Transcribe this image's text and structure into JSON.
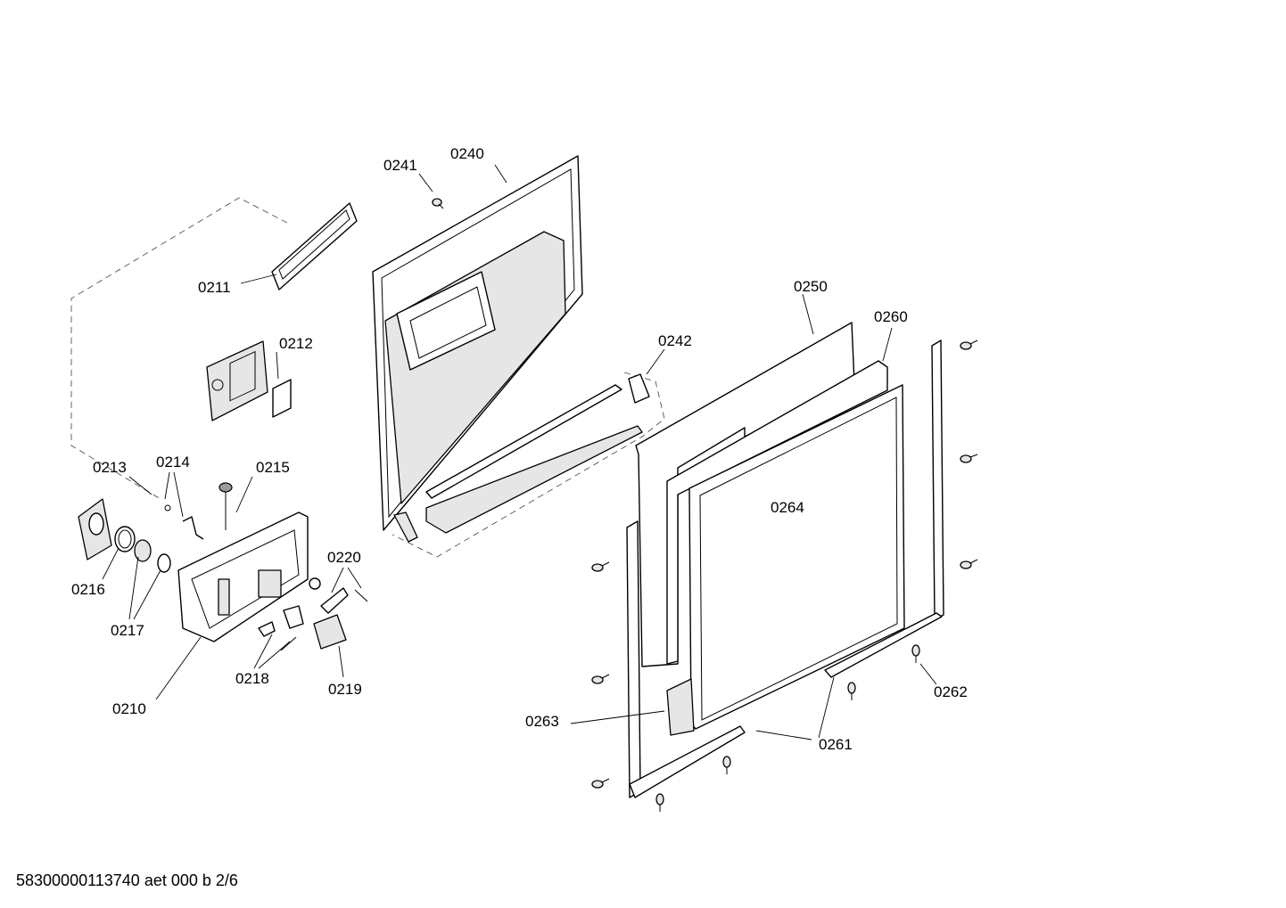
{
  "labels": {
    "p0210": "0210",
    "p0211": "0211",
    "p0212": "0212",
    "p0213": "0213",
    "p0214": "0214",
    "p0215": "0215",
    "p0216": "0216",
    "p0217": "0217",
    "p0218": "0218",
    "p0219": "0219",
    "p0220": "0220",
    "p0240": "0240",
    "p0241": "0241",
    "p0242": "0242",
    "p0250": "0250",
    "p0260": "0260",
    "p0261": "0261",
    "p0262": "0262",
    "p0263": "0263",
    "p0264": "0264"
  },
  "footer": {
    "code": "58300000113740 aet 000 b 2/6"
  }
}
